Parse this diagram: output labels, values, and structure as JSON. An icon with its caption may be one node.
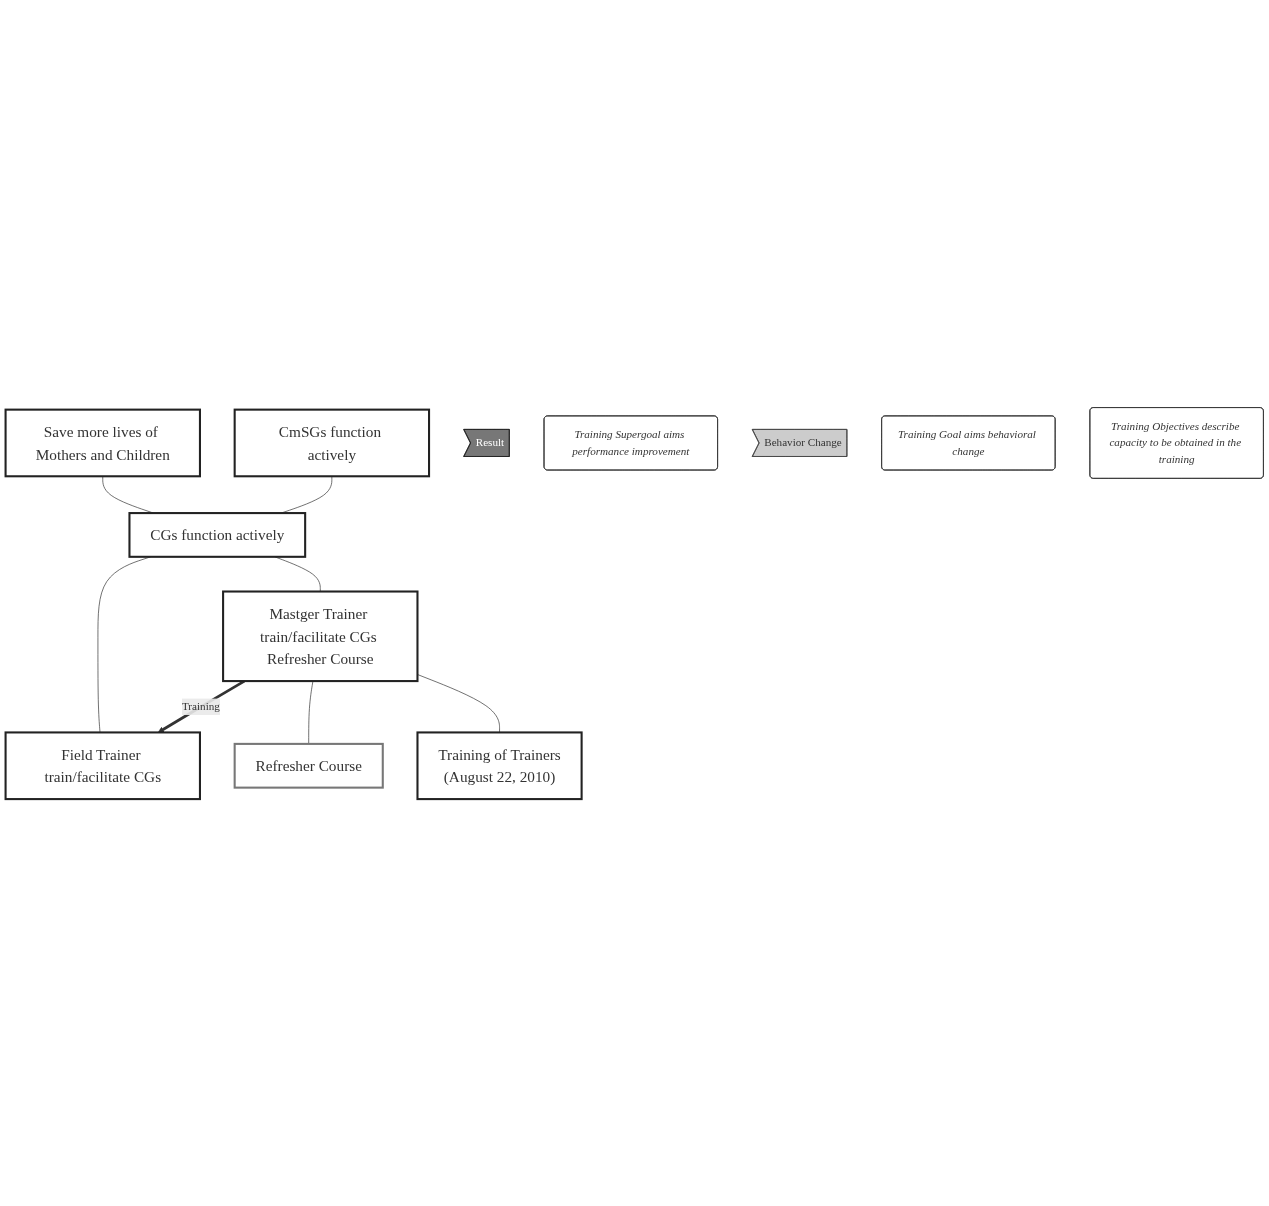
{
  "diagram": {
    "nodes": [
      {
        "text": [
          "Save more lives of Mothers and Children"
        ]
      },
      {
        "text": [
          "CmSGs function actively"
        ]
      },
      {
        "text": [
          "CGs function actively"
        ]
      },
      {
        "text": [
          "Field Trainer train/facilitate CGs"
        ]
      },
      {
        "text": [
          "Mastger Trainer train/facilitate CGs Refresher Course"
        ]
      },
      {
        "text": [
          "Refresher Course"
        ]
      },
      {
        "text": [
          "Training of Trainers",
          "(August 22, 2010)"
        ]
      },
      {
        "text": [
          "Result"
        ]
      },
      {
        "text": [
          "Training Supergoal aims performance improvement"
        ]
      },
      {
        "text": [
          "Behavior Change"
        ]
      },
      {
        "text": [
          "Training Goal aims behavioral change"
        ]
      },
      {
        "text": [
          "Training Objectives describe capacity to be obtained in the training"
        ]
      }
    ],
    "edges": [
      {
        "from": 0,
        "to": 2,
        "arrow": "none"
      },
      {
        "from": 1,
        "to": 2,
        "arrow": "none"
      },
      {
        "from": 2,
        "to": 3,
        "arrow": "none"
      },
      {
        "from": 2,
        "to": 4,
        "arrow": "none"
      },
      {
        "from": 4,
        "to": 3,
        "arrow": "to",
        "label": "Training",
        "style": "thick"
      },
      {
        "from": 4,
        "to": 5,
        "arrow": "none"
      },
      {
        "from": 4,
        "to": 6,
        "arrow": "none"
      }
    ]
  }
}
